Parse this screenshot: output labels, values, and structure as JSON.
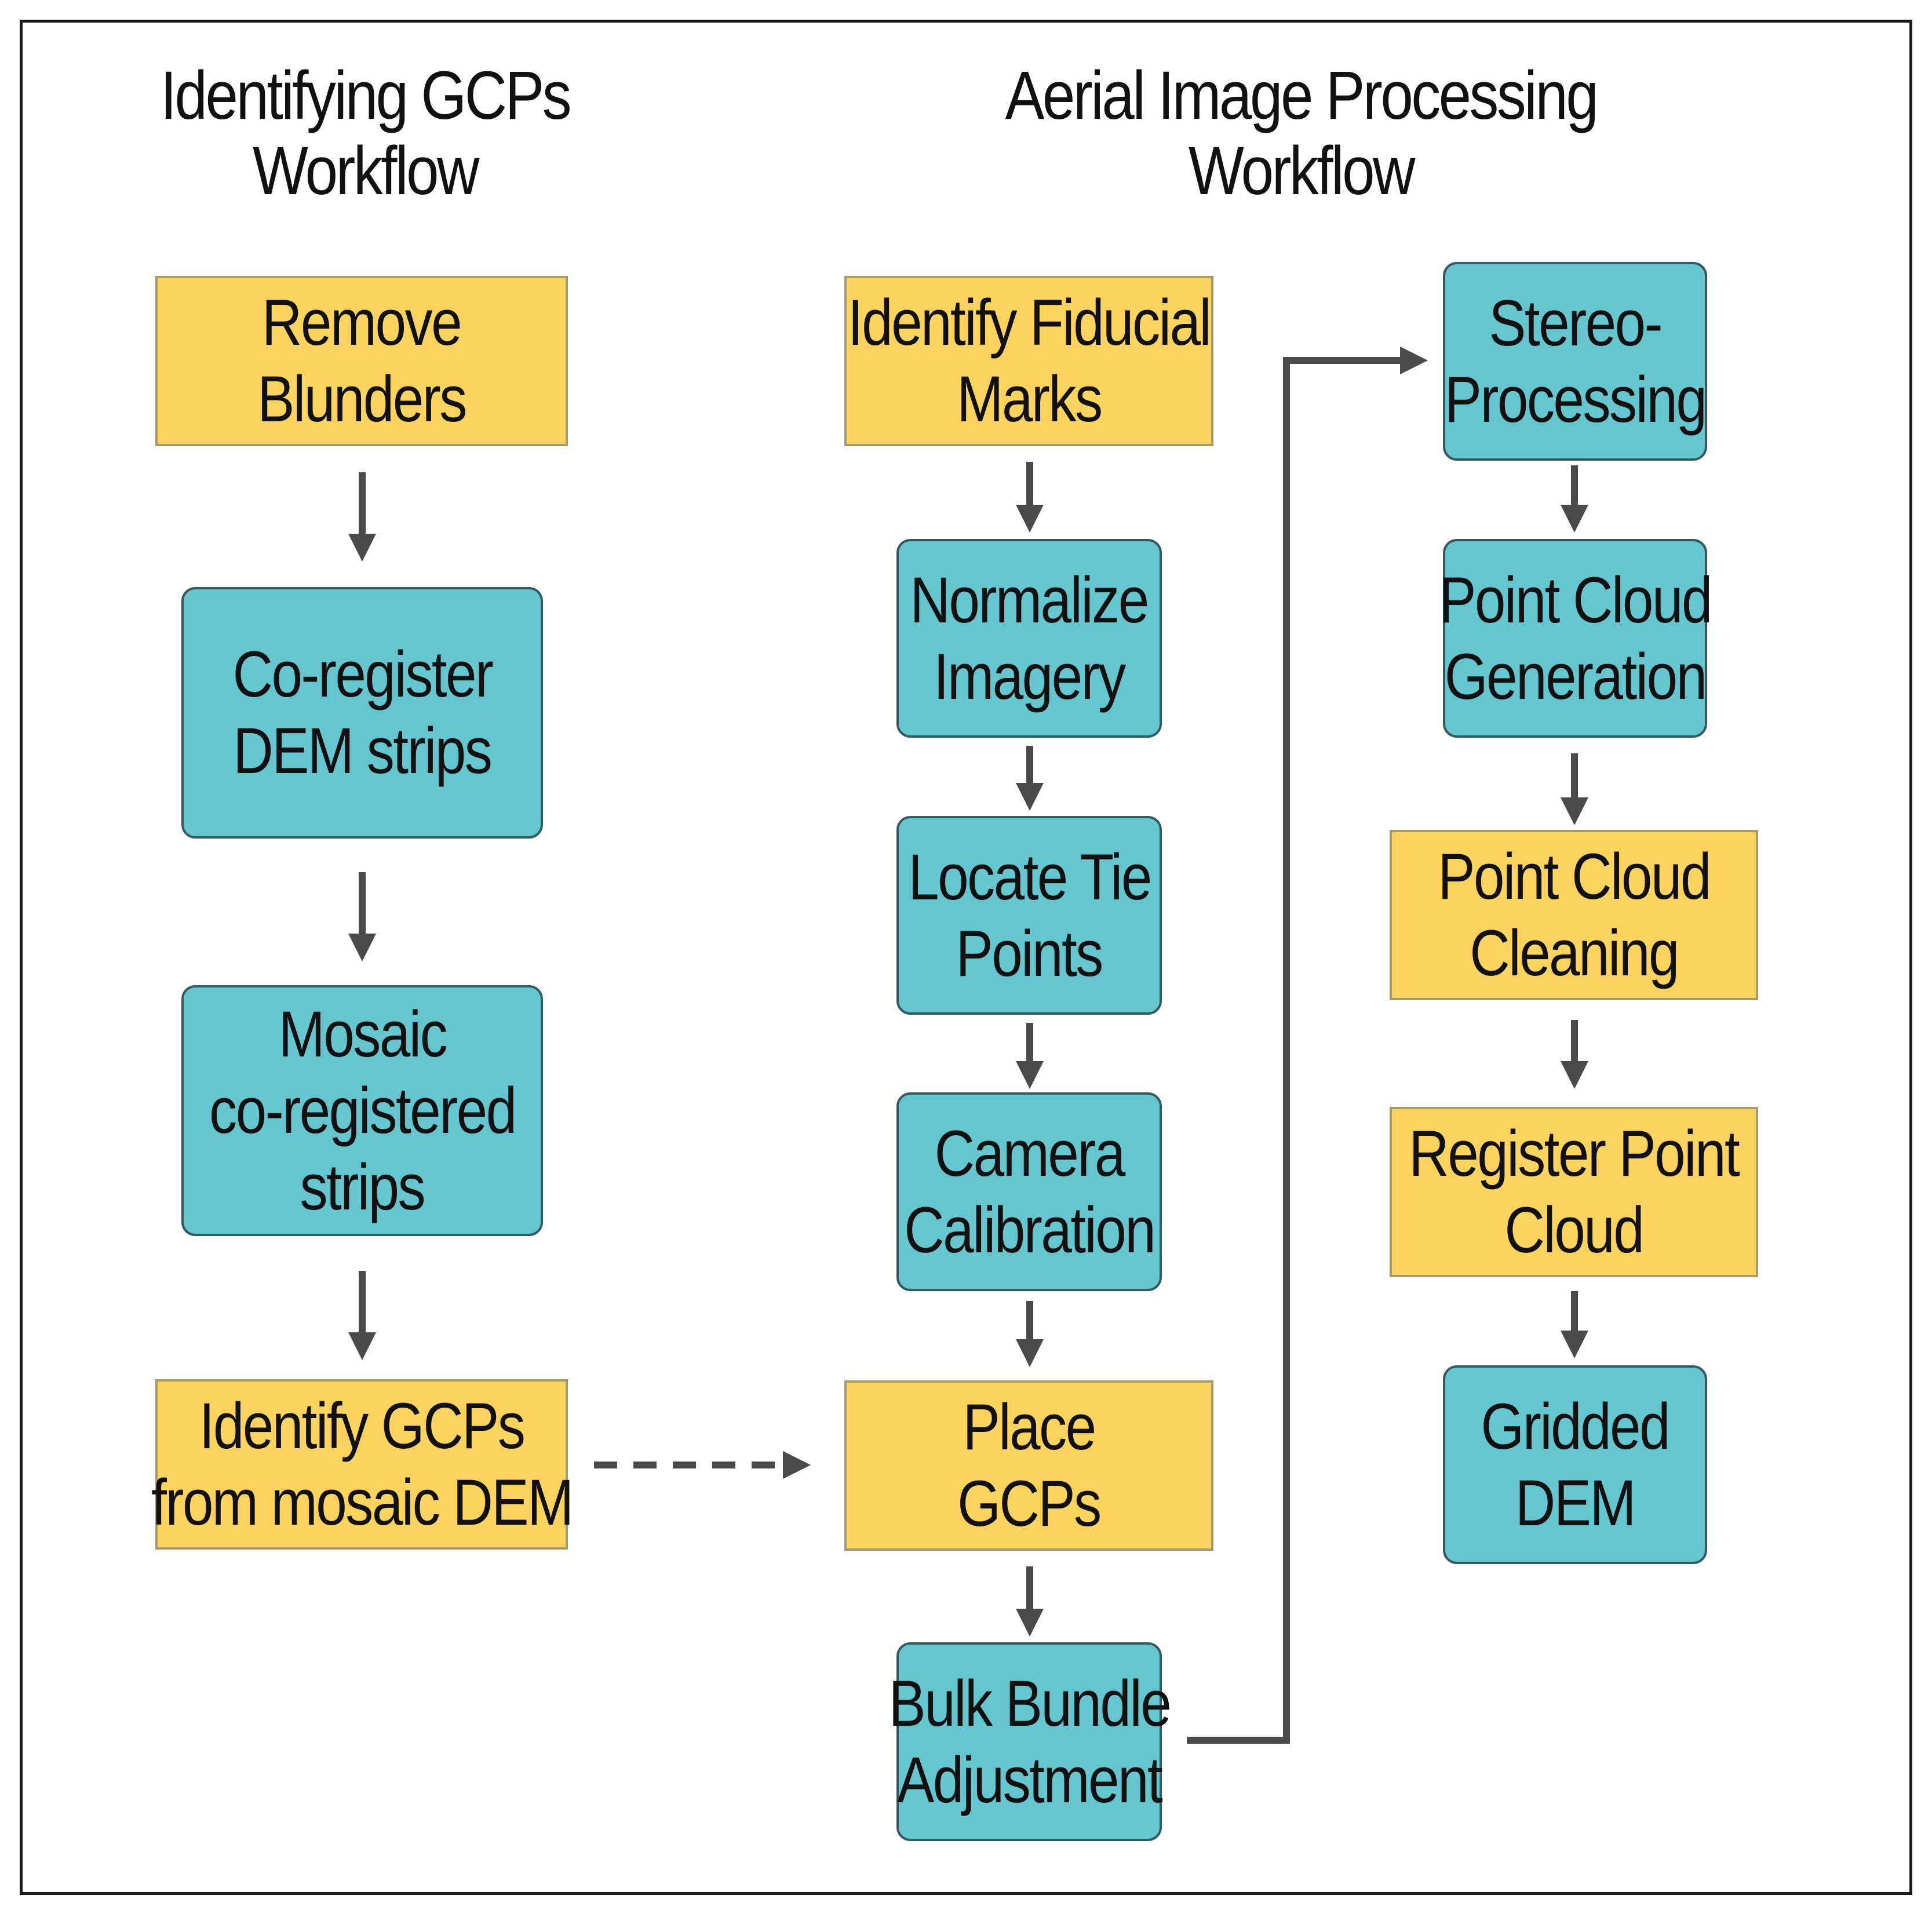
{
  "titles": {
    "left": [
      "Identifying GCPs",
      "Workflow"
    ],
    "right": [
      "Aerial Image Processing",
      "Workflow"
    ]
  },
  "boxes": {
    "remove_blunders": [
      "Remove",
      "Blunders"
    ],
    "coregister": [
      "Co-register",
      "DEM strips"
    ],
    "mosaic": [
      "Mosaic",
      "co-registered",
      "strips"
    ],
    "identify_gcps": [
      "Identify GCPs",
      "from mosaic DEM"
    ],
    "identify_fiducial": [
      "Identify Fiducial",
      "Marks"
    ],
    "normalize": [
      "Normalize",
      "Imagery"
    ],
    "locate_tie": [
      "Locate Tie",
      "Points"
    ],
    "camera_calibration": [
      "Camera",
      "Calibration"
    ],
    "place_gcps": [
      "Place",
      "GCPs"
    ],
    "bulk_bundle": [
      "Bulk Bundle",
      "Adjustment"
    ],
    "stereo": [
      "Stereo-",
      "Processing"
    ],
    "point_cloud_generation": [
      "Point Cloud",
      "Generation"
    ],
    "point_cloud_cleaning": [
      "Point Cloud",
      "Cleaning"
    ],
    "register_point_cloud": [
      "Register Point",
      "Cloud"
    ],
    "gridded_dem": [
      "Gridded",
      "DEM"
    ]
  },
  "colors": {
    "yellow_step": "#fdd35f",
    "teal_step": "#66c6cf",
    "arrow": "#4a4a4a"
  }
}
